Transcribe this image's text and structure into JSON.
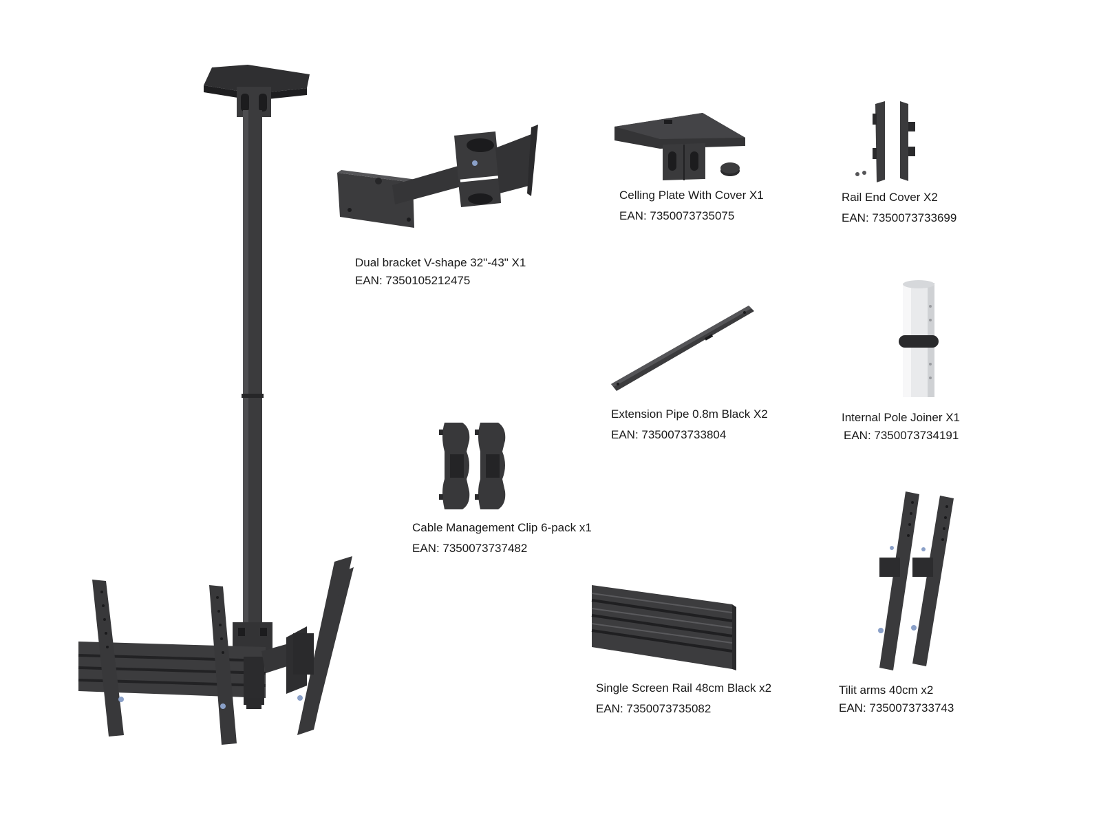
{
  "parts": {
    "dual_bracket": {
      "name": "Dual bracket V-shape 32\"-43\" X1",
      "ean": "EAN: 7350105212475"
    },
    "ceiling_plate": {
      "name": "Celling Plate With Cover  X1",
      "ean": "EAN: 7350073735075"
    },
    "rail_end_cover": {
      "name": "Rail End Cover X2",
      "ean": "EAN: 7350073733699"
    },
    "extension_pipe": {
      "name": "Extension Pipe 0.8m Black X2",
      "ean": "EAN: 7350073733804"
    },
    "pole_joiner": {
      "name": "Internal Pole Joiner X1",
      "ean": "EAN: 7350073734191"
    },
    "cable_clip": {
      "name": "Cable Management Clip 6-pack x1",
      "ean": "EAN: 7350073737482"
    },
    "screen_rail": {
      "name": "Single Screen Rail 48cm Black x2",
      "ean": "EAN: 7350073735082"
    },
    "tilt_arms": {
      "name": "Tilit arms 40cm x2",
      "ean": "EAN: 7350073733743"
    }
  },
  "colors": {
    "metal": "#3c3c3e",
    "metal_dark": "#2a2a2c",
    "metal_light": "#59595c",
    "joiner": "#e9eaec",
    "text": "#1a1a1a"
  }
}
